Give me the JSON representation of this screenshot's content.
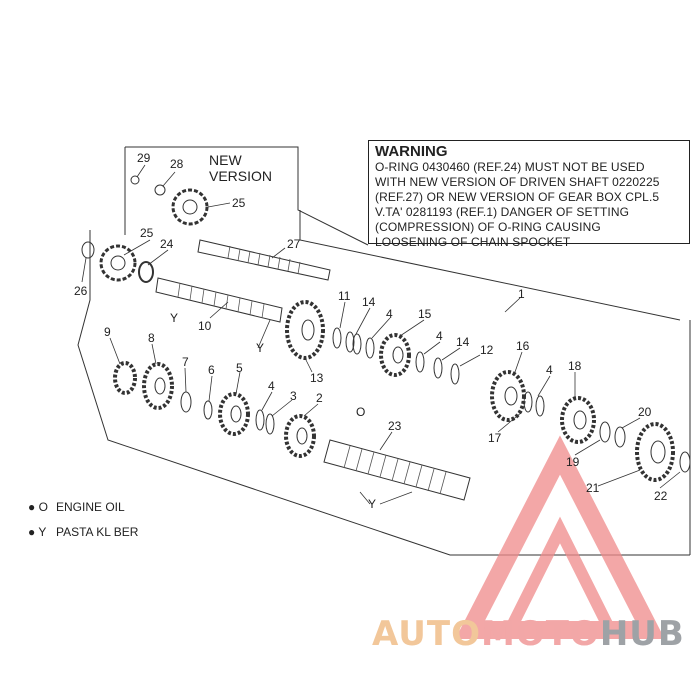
{
  "warning": {
    "title": "WARNING",
    "lines": [
      "O-RING 0430460 (REF.24) MUST NOT BE USED",
      "WITH NEW VERSION OF DRIVEN SHAFT 0220225",
      "(REF.27) OR NEW VERSION OF GEAR BOX CPL.5",
      "V.TA' 0281193 (REF.1) DANGER OF SETTING",
      "(COMPRESSION) OF O-RING CAUSING",
      "LOOSENING OF CHAIN SPOCKET"
    ]
  },
  "new_version": {
    "line1": "NEW",
    "line2": "VERSION"
  },
  "legend": [
    {
      "symbol": "O",
      "text": "ENGINE OIL"
    },
    {
      "symbol": "Y",
      "text": "PASTA KL BER"
    }
  ],
  "callouts": [
    "29",
    "28",
    "25",
    "27",
    "25",
    "24",
    "26",
    "Y",
    "10",
    "Y",
    "11",
    "14",
    "4",
    "15",
    "4",
    "14",
    "12",
    "1",
    "9",
    "8",
    "7",
    "6",
    "5",
    "4",
    "3",
    "2",
    "O",
    "13",
    "16",
    "4",
    "18",
    "20",
    "17",
    "19",
    "21",
    "22",
    "23",
    "Y"
  ],
  "watermark": {
    "part1": "AUTO",
    "part2": "MOTO",
    "part3": "HUB"
  },
  "colors": {
    "line": "#222222",
    "watermark_red": "#f08a8a",
    "watermark_orange": "#f5c08a",
    "watermark_gray": "#9ea2a6"
  }
}
